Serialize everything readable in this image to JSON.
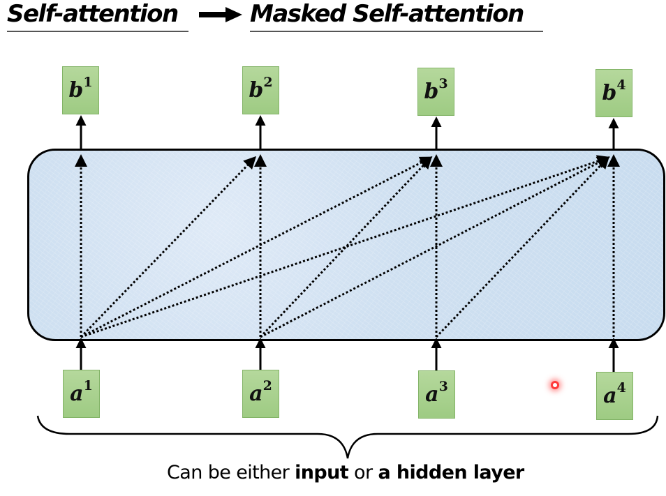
{
  "title": {
    "left": "Self-attention",
    "arrow_icon": "right-arrow",
    "right": "Masked Self-attention"
  },
  "outputs": [
    {
      "base": "b",
      "sup": "1"
    },
    {
      "base": "b",
      "sup": "2"
    },
    {
      "base": "b",
      "sup": "3"
    },
    {
      "base": "b",
      "sup": "4"
    }
  ],
  "inputs": [
    {
      "base": "a",
      "sup": "1"
    },
    {
      "base": "a",
      "sup": "2"
    },
    {
      "base": "a",
      "sup": "3"
    },
    {
      "base": "a",
      "sup": "4"
    }
  ],
  "connections": [
    {
      "from": 1,
      "to": [
        1,
        2,
        3,
        4
      ]
    },
    {
      "from": 2,
      "to": [
        2,
        3,
        4
      ]
    },
    {
      "from": 3,
      "to": [
        3,
        4
      ]
    },
    {
      "from": 4,
      "to": [
        4
      ]
    }
  ],
  "caption": {
    "part1": "Can be either ",
    "bold1": "input",
    "part2": " or ",
    "bold2": "a hidden layer"
  },
  "colors": {
    "box_fill": "#a9d18e",
    "box_border": "#82b366",
    "container_fill": "#cfe0f1",
    "laser": "#ff3a3a"
  }
}
